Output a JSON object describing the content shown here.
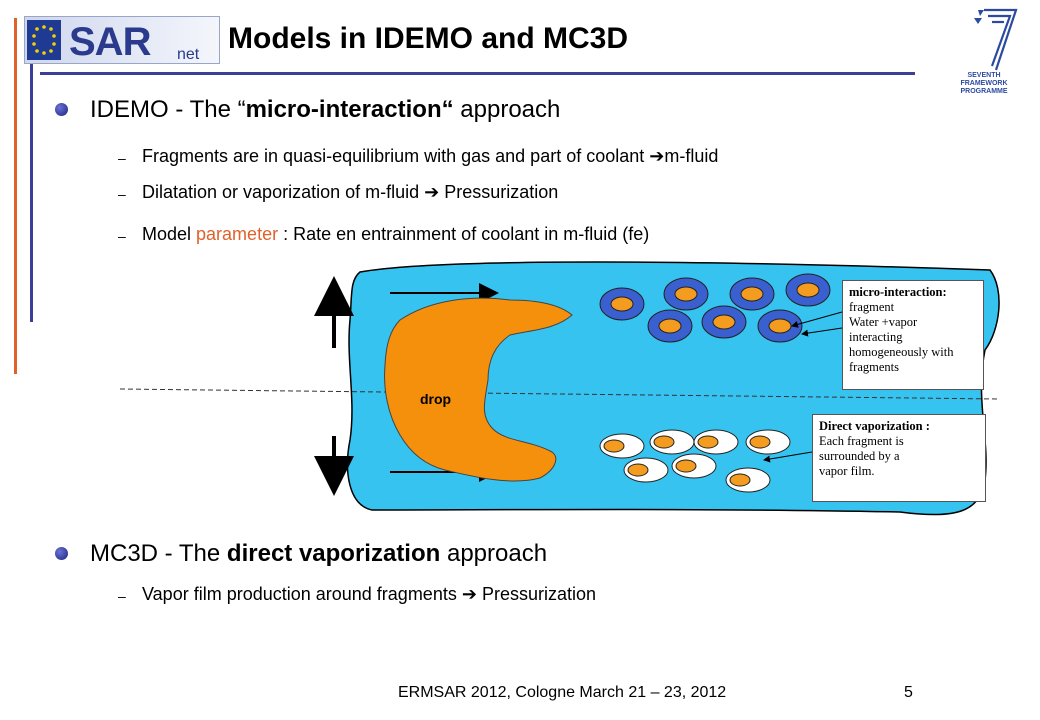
{
  "slide": {
    "title": "Models in IDEMO and MC3D",
    "logo_left": "SARnet",
    "logo_right_line1": "SEVENTH FRAMEWORK",
    "logo_right_line2": "PROGRAMME",
    "idemo": {
      "pre": "IDEMO - The “",
      "bold": "micro-interaction“",
      "post": " approach",
      "items": [
        {
          "text": "Fragments are in quasi-equilibrium with gas and part of coolant ",
          "arrow": "➔",
          "tail": "m-fluid"
        },
        {
          "text": "Dilatation or vaporization of m-fluid ",
          "arrow": "➔",
          "tail": " Pressurization"
        }
      ],
      "param": {
        "pre": "Model ",
        "highlight": "parameter",
        "post": " : Rate en entrainment of coolant in m-fluid (fe)"
      }
    },
    "mc3d": {
      "pre": "MC3D - The ",
      "bold": "direct vaporization",
      "post": " approach",
      "items": [
        {
          "text": "Vapor film production around fragments ",
          "arrow": "➔",
          "tail": " Pressurization"
        }
      ]
    },
    "dash": "–",
    "diagram": {
      "drop_label": "drop",
      "micro_note": [
        "micro-interaction:",
        "fragment",
        "Water +vapor",
        "interacting",
        "homogeneously with",
        "fragments"
      ],
      "direct_note": [
        "Direct vaporization :",
        "Each fragment is",
        "surrounded by a",
        "vapor film."
      ]
    },
    "footer": "ERMSAR 2012, Cologne March 21 – 23, 2012",
    "page_number": "5"
  },
  "colors": {
    "accent_blue": "#3b3f9a",
    "accent_orange": "#e0612b",
    "water": "#37c3f0",
    "fragment": "#f39c1f",
    "drop": "#f4900c"
  }
}
